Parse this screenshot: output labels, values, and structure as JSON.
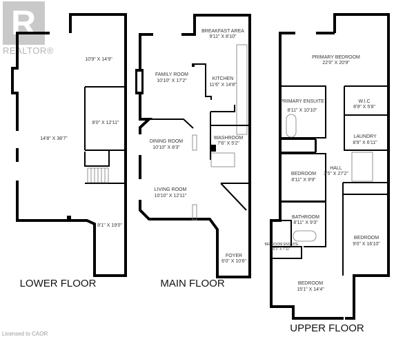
{
  "watermark": {
    "logo_text": "REALTOR®",
    "license": "Licensed to CAOR"
  },
  "lower_floor": {
    "title": "LOWER FLOOR",
    "rooms": [
      {
        "name": "",
        "size": "10'9\" X 14'9\""
      },
      {
        "name": "",
        "size": "8'0\" X 12'11\""
      },
      {
        "name": "",
        "size": "14'8\" X 38'7\""
      },
      {
        "name": "",
        "size": "8'1\" X 19'0\""
      }
    ]
  },
  "main_floor": {
    "title": "MAIN FLOOR",
    "rooms": [
      {
        "name": "BREAKFAST AREA",
        "size": "9'11\" X 8'10\""
      },
      {
        "name": "FAMILY ROOM",
        "size": "10'10\" X 17'2\""
      },
      {
        "name": "KITCHEN",
        "size": "11'6\" X 14'8\""
      },
      {
        "name": "DINING ROOM",
        "size": "10'10\" X 8'3\""
      },
      {
        "name": "WASHROOM",
        "size": "7'6\" X 5'2\""
      },
      {
        "name": "LIVING ROOM",
        "size": "10'10\" X 12'11\""
      },
      {
        "name": "FOYER",
        "size": "6'0\" X 10'6\""
      }
    ]
  },
  "upper_floor": {
    "title": "UPPER FLOOR",
    "rooms": [
      {
        "name": "PRIMARY BEDROOM",
        "size": "22'0\" X 20'9\""
      },
      {
        "name": "PRIMARY ENSUITE",
        "size": "8'11\" X 10'10\""
      },
      {
        "name": "W.I.C",
        "size": "8'9\" X 5'8\""
      },
      {
        "name": "LAUNDRY",
        "size": "8'9\" X 6'11\""
      },
      {
        "name": "HALL",
        "size": "3'5\" X 27'2\""
      },
      {
        "name": "BEDROOM",
        "size": "8'11\" X 9'9\""
      },
      {
        "name": "BATHROOM",
        "size": "8'11\" X 9'3\""
      },
      {
        "name": "BEDROOM",
        "size": "9'0\" X 16'10\""
      },
      {
        "name": "BEDROOM ENSUITE",
        "size": "6'3\" X 7'11\""
      },
      {
        "name": "BEDROOM",
        "size": "15'1\" X 14'4\""
      }
    ]
  }
}
